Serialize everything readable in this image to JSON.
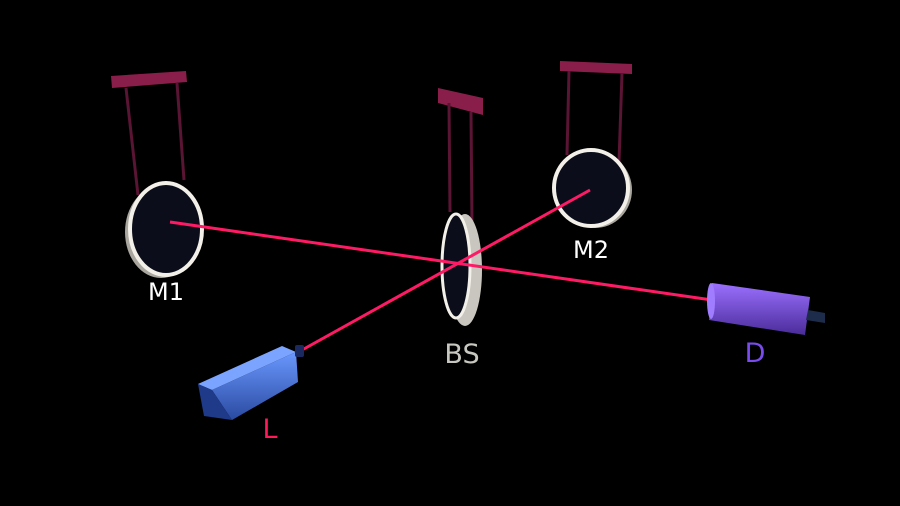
{
  "labels": {
    "mirror1": "M1",
    "mirror2": "M2",
    "beam_splitter": "BS",
    "laser": "L",
    "detector": "D"
  },
  "colors": {
    "background": "#000000",
    "beam": "#ff1a66",
    "hanger": "#8a1e4a",
    "mirror_rim": "#e8e6de",
    "mirror_face": "#0b0e1a",
    "laser_body": "#4a78e0",
    "detector_body": "#8a5cf0",
    "label_white": "#ffffff",
    "label_bs": "#c8c8c0",
    "label_laser": "#ff1a5a",
    "label_detector": "#7a4cf0"
  }
}
